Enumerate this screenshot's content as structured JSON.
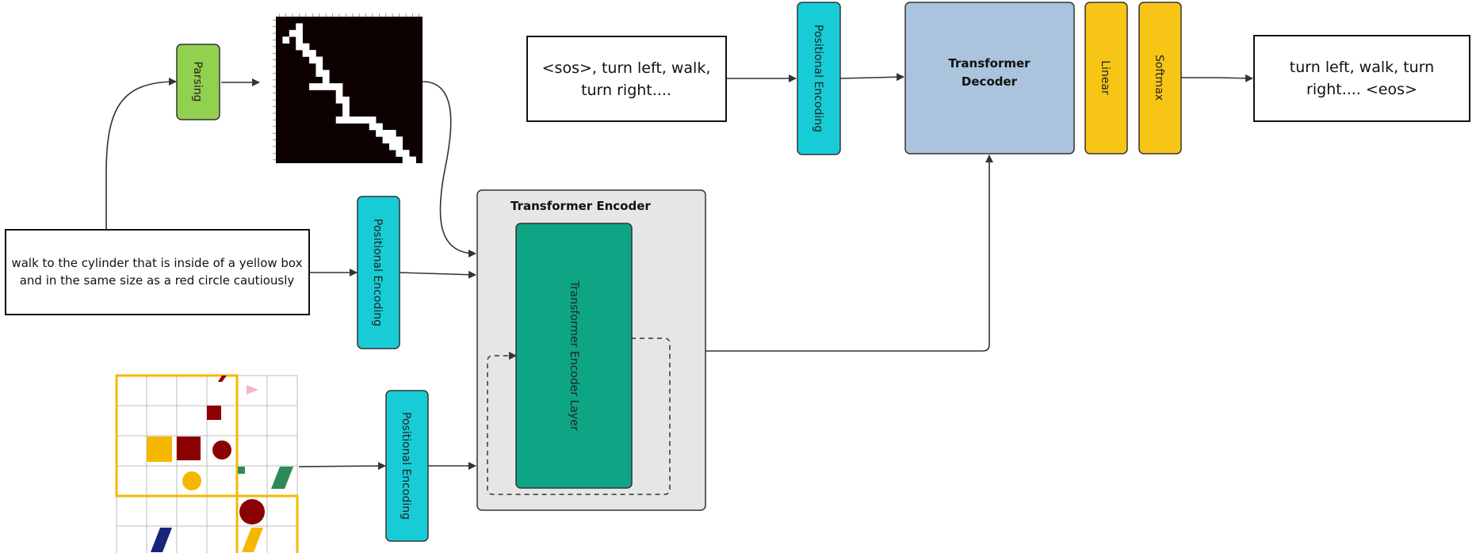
{
  "parsing": {
    "label": "Parsing"
  },
  "positional_encoding": {
    "label": "Positional Encoding"
  },
  "instruction": {
    "line1": "walk to the cylinder that is inside of a yellow box",
    "line2": "and in the same size as a red circle cautiously"
  },
  "encoder": {
    "title": "Transformer Encoder",
    "layer_label": "Transformer Encoder Layer"
  },
  "decoder_input": {
    "line1": "<sos>, turn left, walk,",
    "line2": "turn right...."
  },
  "decoder": {
    "line1": "Transformer",
    "line2": "Decoder"
  },
  "linear": {
    "label": "Linear"
  },
  "softmax": {
    "label": "Softmax"
  },
  "output": {
    "line1": "turn left, walk, turn",
    "line2": "right.... <eos>"
  },
  "colors": {
    "parsing_green": "#92d050",
    "pos_enc_cyan": "#17ccd6",
    "encoder_bg": "#e6e6e6",
    "encoder_layer_green": "#0ea584",
    "decoder_blue": "#a9c4dc",
    "linear_softmax_yellow": "#f7c516",
    "grid_highlight_yellow": "#f5b800",
    "dark_red": "#8b0000"
  }
}
